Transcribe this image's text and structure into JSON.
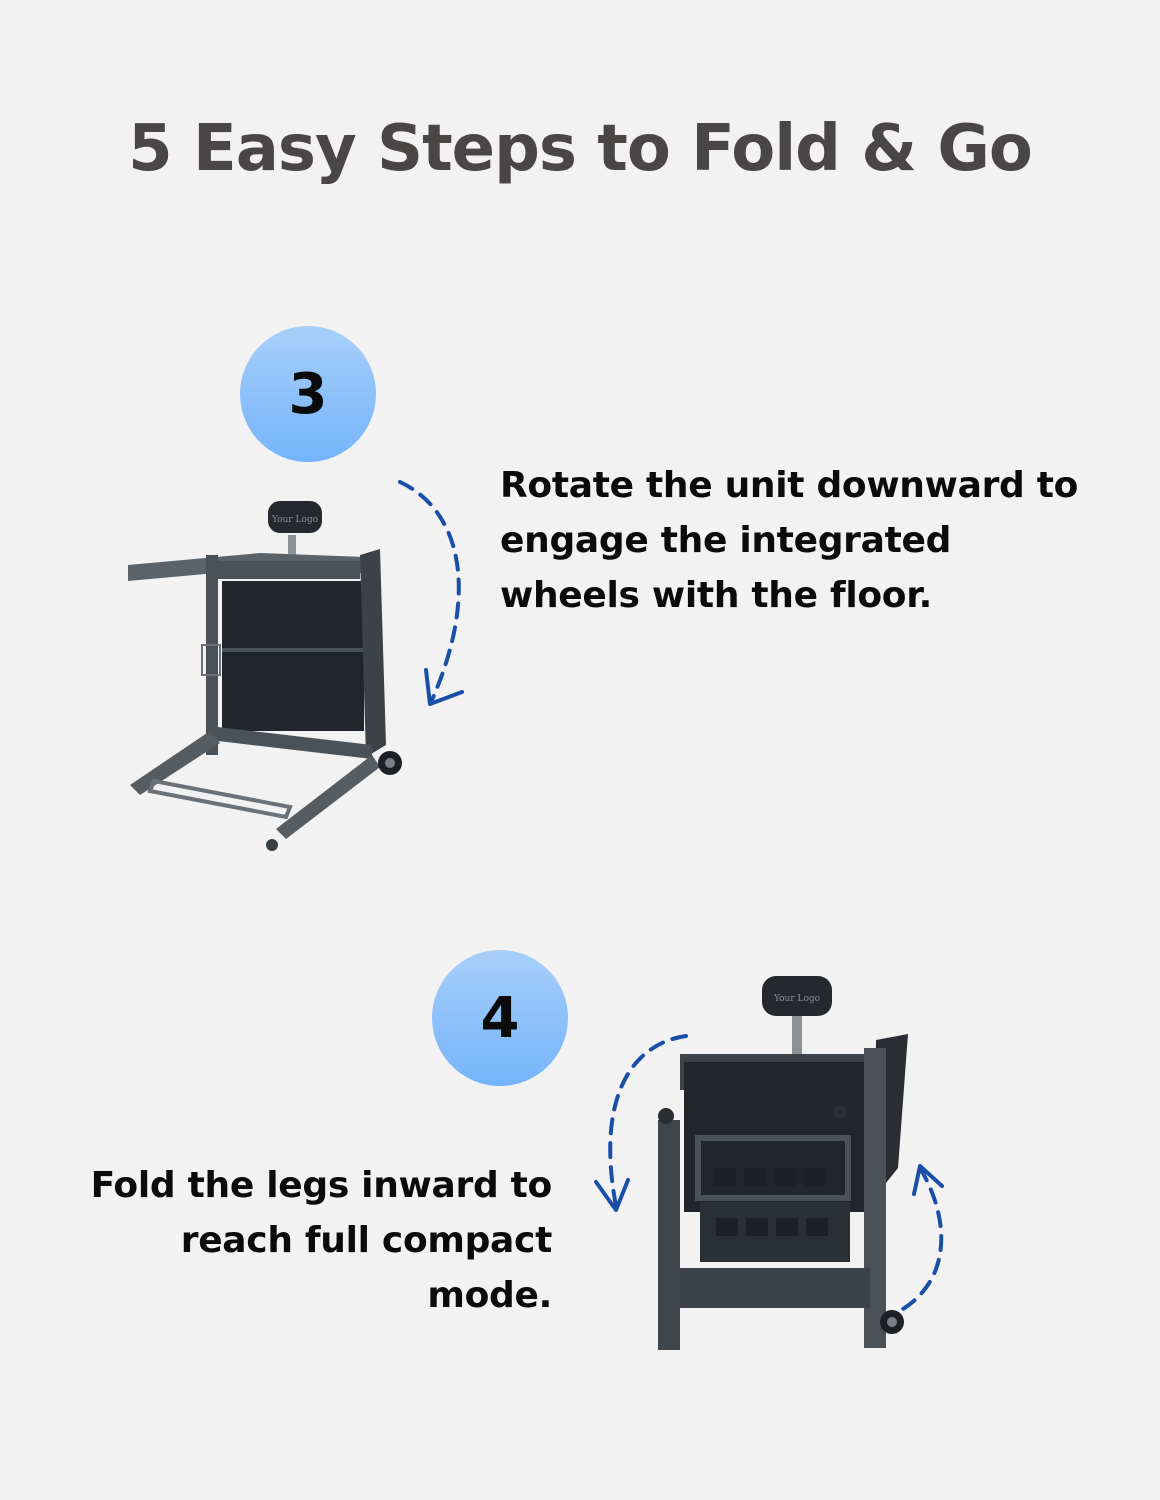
{
  "title": "5 Easy Steps to Fold & Go",
  "steps": [
    {
      "number": "3",
      "text": "Rotate the unit downward to engage the integrated wheels with the floor.",
      "image_label": "Your Logo"
    },
    {
      "number": "4",
      "text": "Fold the legs inward to reach full compact mode.",
      "image_label": "Your Logo"
    }
  ],
  "colors": {
    "background": "#f2f2f2",
    "title": "#4a4646",
    "badge": "#7fbbfb",
    "arrow": "#1a4fa8",
    "frame": "#4b5257",
    "panel": "#22262a"
  },
  "icons": [
    "curved-dashed-arrow-icon"
  ]
}
